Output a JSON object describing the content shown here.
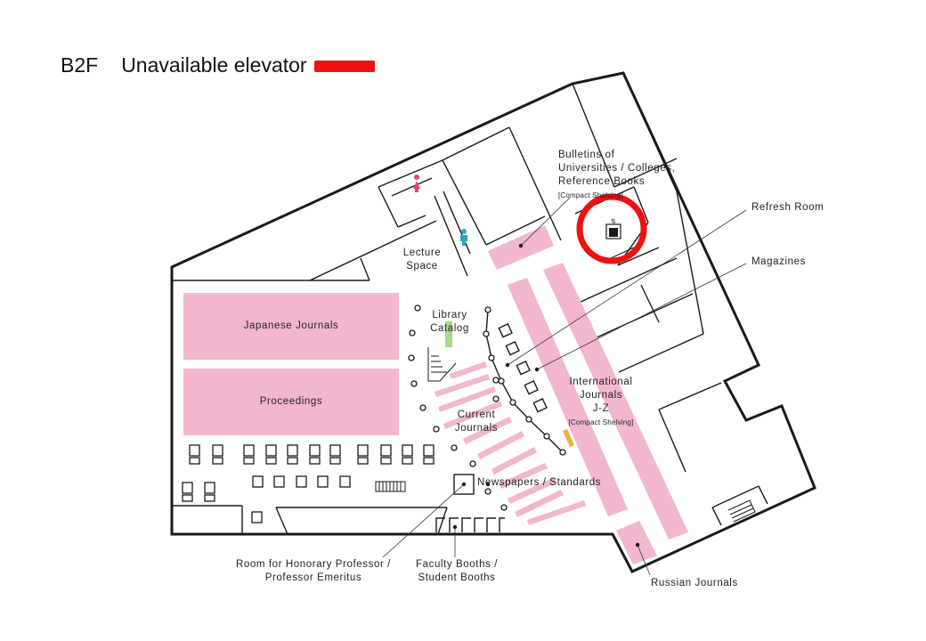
{
  "header": {
    "floor": "B2F",
    "legend_label": "Unavailable elevator",
    "legend_color": "#ee1111"
  },
  "colors": {
    "shelf_pink": "#f2b6cf",
    "catalog_green": "#a8d888",
    "marker_orange": "#f0b040",
    "female_icon": "#e0457b",
    "male_icon": "#2aa6be",
    "wall": "#1a1a1a"
  },
  "labels": {
    "bulletins_l1": "Bulletins of",
    "bulletins_l2": "Universities / Colleges,",
    "bulletins_l3": "Reference Books",
    "bulletins_l4": "[Compact Shelving]",
    "refresh_room": "Refresh Room",
    "magazines": "Magazines",
    "lecture_l1": "Lecture",
    "lecture_l2": "Space",
    "japanese_journals": "Japanese Journals",
    "proceedings": "Proceedings",
    "library_l1": "Library",
    "library_l2": "Catalog",
    "international_l1": "International",
    "international_l2": "Journals",
    "international_l3": "J-Z",
    "international_l4": "[Compact Shelving]",
    "current_l1": "Current",
    "current_l2": "Journals",
    "newspapers": "Newspapers / Standards",
    "honorary_l1": "Room for Honorary Professor /",
    "honorary_l2": "Professor Emeritus",
    "faculty_l1": "Faculty Booths /",
    "faculty_l2": "Student Booths",
    "russian": "Russian Journals"
  },
  "icons": {
    "elevator": "elevator-icon",
    "female_restroom": "female-restroom-icon",
    "male_restroom": "male-restroom-icon",
    "stairs": "stairs-icon"
  }
}
